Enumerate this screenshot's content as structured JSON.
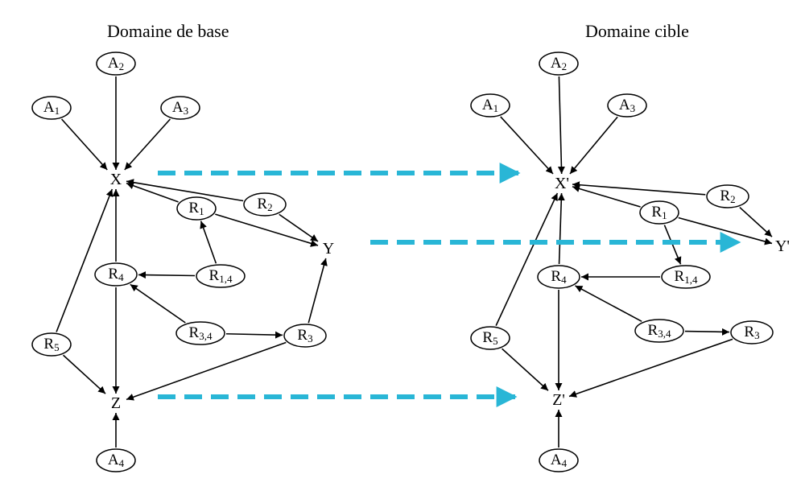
{
  "domains": {
    "base_title": "Domaine de base",
    "target_title": "Domaine cible"
  },
  "colors": {
    "ink": "#000000",
    "mapping": "#29b6d6"
  },
  "base_nodes": {
    "A1": {
      "main": "A",
      "sub": "1"
    },
    "A2": {
      "main": "A",
      "sub": "2"
    },
    "A3": {
      "main": "A",
      "sub": "3"
    },
    "A4": {
      "main": "A",
      "sub": "4"
    },
    "X": {
      "main": "X",
      "sub": ""
    },
    "Y": {
      "main": "Y",
      "sub": ""
    },
    "Z": {
      "main": "Z",
      "sub": ""
    },
    "R1": {
      "main": "R",
      "sub": "1"
    },
    "R2": {
      "main": "R",
      "sub": "2"
    },
    "R3": {
      "main": "R",
      "sub": "3"
    },
    "R4": {
      "main": "R",
      "sub": "4"
    },
    "R5": {
      "main": "R",
      "sub": "5"
    },
    "R14": {
      "main": "R",
      "sub": "1,4"
    },
    "R34": {
      "main": "R",
      "sub": "3,4"
    }
  },
  "target_nodes": {
    "A1": {
      "main": "A",
      "sub": "1"
    },
    "A2": {
      "main": "A",
      "sub": "2"
    },
    "A3": {
      "main": "A",
      "sub": "3"
    },
    "A4": {
      "main": "A",
      "sub": "4"
    },
    "X": {
      "main": "X'",
      "sub": ""
    },
    "Y": {
      "main": "Y'",
      "sub": ""
    },
    "Z": {
      "main": "Z'",
      "sub": ""
    },
    "R1": {
      "main": "R",
      "sub": "1"
    },
    "R2": {
      "main": "R",
      "sub": "2"
    },
    "R3": {
      "main": "R",
      "sub": "3"
    },
    "R4": {
      "main": "R",
      "sub": "4"
    },
    "R5": {
      "main": "R",
      "sub": "5"
    },
    "R14": {
      "main": "R",
      "sub": "1,4"
    },
    "R34": {
      "main": "R",
      "sub": "3,4"
    }
  },
  "base_edges": [
    [
      "A1",
      "X"
    ],
    [
      "A2",
      "X"
    ],
    [
      "A3",
      "X"
    ],
    [
      "A4",
      "Z"
    ],
    [
      "R1",
      "X"
    ],
    [
      "R1",
      "Y"
    ],
    [
      "R2",
      "X"
    ],
    [
      "R2",
      "Y"
    ],
    [
      "R14",
      "R1"
    ],
    [
      "R14",
      "R4"
    ],
    [
      "R4",
      "X"
    ],
    [
      "R4",
      "Z"
    ],
    [
      "R34",
      "R4"
    ],
    [
      "R34",
      "R3"
    ],
    [
      "R3",
      "Y"
    ],
    [
      "R3",
      "Z"
    ],
    [
      "R5",
      "X"
    ],
    [
      "R5",
      "Z"
    ]
  ],
  "target_edges": [
    [
      "A1",
      "X"
    ],
    [
      "A2",
      "X"
    ],
    [
      "A3",
      "X"
    ],
    [
      "A4",
      "Z"
    ],
    [
      "R1",
      "X"
    ],
    [
      "R1",
      "Y"
    ],
    [
      "R2",
      "X"
    ],
    [
      "R2",
      "Y"
    ],
    [
      "R1",
      "R14"
    ],
    [
      "R14",
      "R4"
    ],
    [
      "R4",
      "X"
    ],
    [
      "R4",
      "Z"
    ],
    [
      "R34",
      "R4"
    ],
    [
      "R34",
      "R3"
    ],
    [
      "R3",
      "Z"
    ],
    [
      "R5",
      "X"
    ],
    [
      "R5",
      "Z"
    ]
  ],
  "mappings": [
    [
      "X",
      "X"
    ],
    [
      "Y",
      "Y"
    ],
    [
      "Z",
      "Z"
    ]
  ]
}
